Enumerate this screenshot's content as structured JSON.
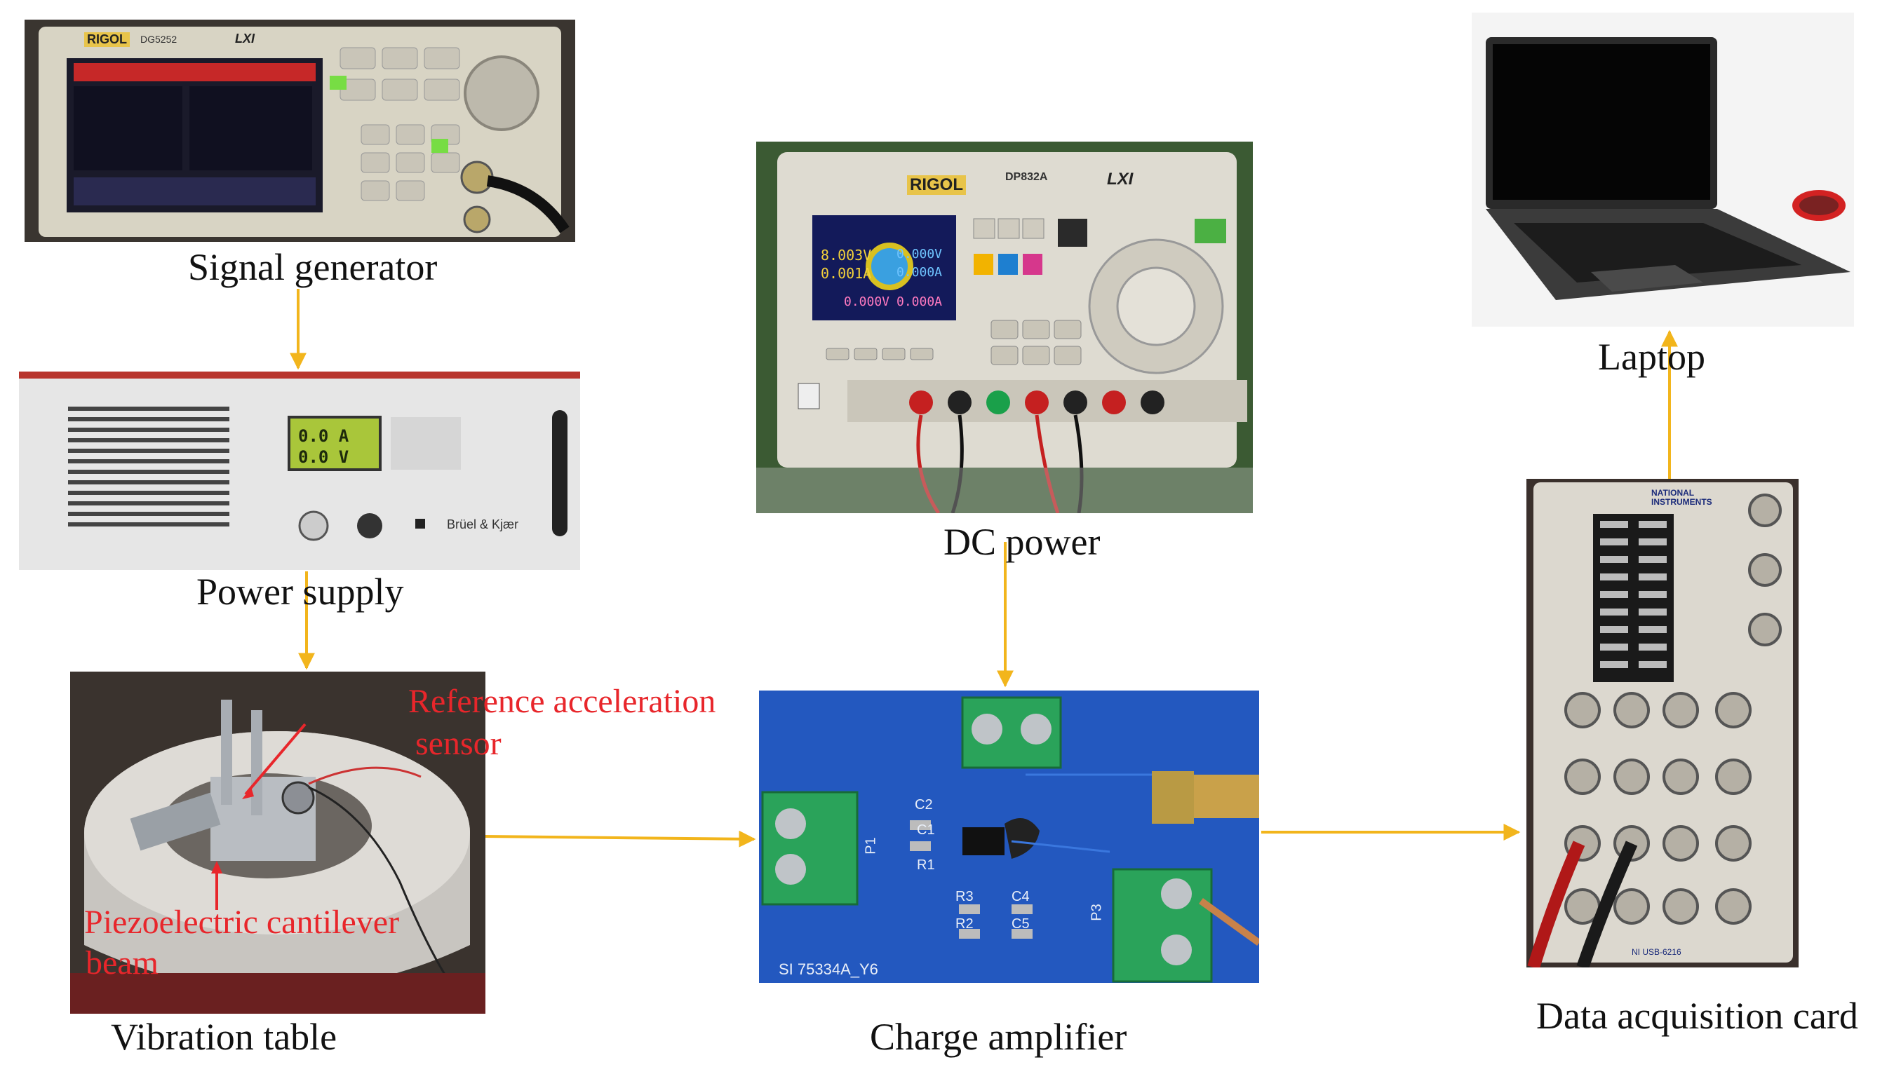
{
  "diagram": {
    "nodes": [
      {
        "id": "signal_generator",
        "caption": "Signal generator"
      },
      {
        "id": "power_supply",
        "caption": "Power supply"
      },
      {
        "id": "vibration_table",
        "caption": "Vibration table"
      },
      {
        "id": "dc_power",
        "caption": "DC power"
      },
      {
        "id": "charge_amplifier",
        "caption": "Charge amplifier"
      },
      {
        "id": "laptop",
        "caption": "Laptop"
      },
      {
        "id": "daq_card",
        "caption": "Data acquisition card"
      }
    ],
    "edges": [
      {
        "from": "signal_generator",
        "to": "power_supply"
      },
      {
        "from": "power_supply",
        "to": "vibration_table"
      },
      {
        "from": "vibration_table",
        "to": "charge_amplifier"
      },
      {
        "from": "dc_power",
        "to": "charge_amplifier"
      },
      {
        "from": "charge_amplifier",
        "to": "daq_card"
      },
      {
        "from": "daq_card",
        "to": "laptop"
      }
    ],
    "annotations": {
      "reference_sensor": {
        "line1": "Reference acceleration",
        "line2": "sensor"
      },
      "cantilever": {
        "line1": "Piezoelectric cantilever",
        "line2": "beam"
      }
    },
    "colors": {
      "arrow": "#f2b51c",
      "annotation": "#e8262b",
      "pcb": "#1f52b8",
      "terminal": "#2aa35a"
    }
  },
  "photo_text": {
    "rigol_brand": "RIGOL",
    "sg_model": "DG5252",
    "lxi": "LXI",
    "bk_brand": "Brüel & Kjær",
    "ps_display_top": "0.0 A",
    "ps_display_bottom": "0.0 V",
    "dc_model": "DP832A",
    "dc_v1": "8.003V",
    "dc_a1": "0.001A",
    "dc_v2": "0.000V",
    "dc_a2": "0.000A",
    "dc_v3": "0.000V",
    "dc_a3": "0.000A",
    "ni_brand": "NATIONAL INSTRUMENTS",
    "ni_model": "NI USB-6216",
    "pcb_c2": "C2",
    "pcb_c1": "C1",
    "pcb_r1": "R1",
    "pcb_r3": "R3",
    "pcb_r2": "R2",
    "pcb_c4": "C4",
    "pcb_c5": "C5",
    "pcb_p1": "P1",
    "pcb_p3": "P3",
    "pcb_id": "SI 75334A_Y6"
  }
}
